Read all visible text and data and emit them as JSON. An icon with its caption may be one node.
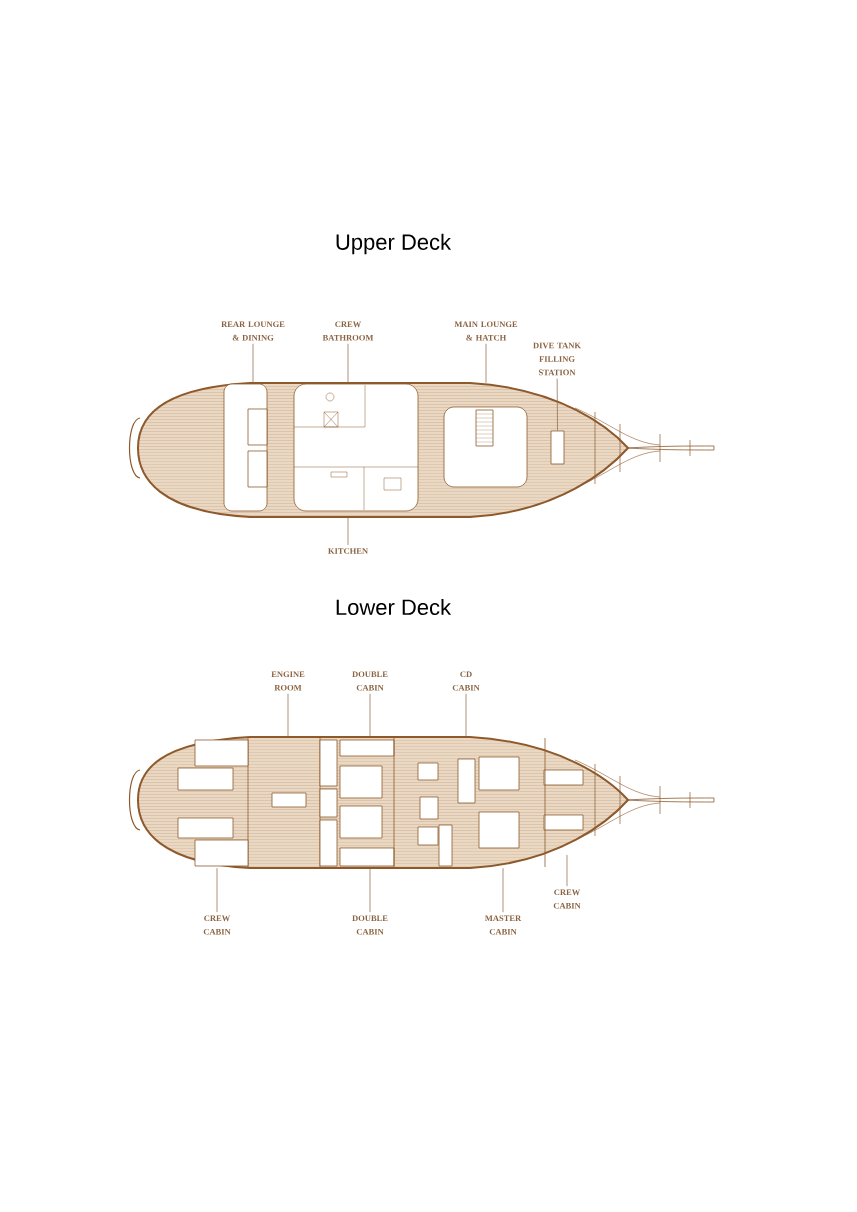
{
  "diagram": {
    "nodes": [
      {
        "text": [],
        "shape": "picture"
      },
      {
        "text": [
          "REAR LOUNGE & DINING"
        ]
      },
      {
        "text": [
          "CREW BATHROOM"
        ]
      },
      {
        "text": [
          "MAIN LOUNGE & HATCH"
        ]
      },
      {
        "text": [
          "DIVE TANK FILLING STATION"
        ]
      },
      {
        "text": [],
        "shape": "box",
        "in": 0
      },
      {
        "text": [
          "KITCHEN"
        ]
      },
      {
        "text": [],
        "shape": "picture"
      },
      {
        "text": [
          "ENGINE ROOM"
        ]
      },
      {
        "text": [
          "DOUBLE CABIN"
        ]
      },
      {
        "text": [
          "CD CABIN"
        ]
      },
      {
        "text": [
          "CREW CABIN"
        ]
      },
      {
        "text": [
          "CREW CABIN"
        ]
      },
      {
        "text": [
          "DOUBLE CABIN"
        ]
      },
      {
        "text": [
          "MASTER CABIN"
        ]
      }
    ],
    "edges": [
      {
        "from": 1,
        "to": 0,
        "arrow": "none"
      },
      {
        "from": 2,
        "to": 0,
        "arrow": "none"
      },
      {
        "from": 3,
        "to": 0,
        "arrow": "none"
      },
      {
        "from": 4,
        "to": 5,
        "arrow": "none"
      },
      {
        "from": 6,
        "to": 0,
        "arrow": "none"
      },
      {
        "from": 8,
        "to": 7,
        "arrow": "none"
      },
      {
        "from": 9,
        "to": 7,
        "arrow": "none"
      },
      {
        "from": 10,
        "to": 7,
        "arrow": "none"
      },
      {
        "from": 11,
        "to": 7,
        "arrow": "none"
      },
      {
        "from": 12,
        "to": 7,
        "arrow": "none"
      },
      {
        "from": 13,
        "to": 7,
        "arrow": "none"
      },
      {
        "from": 14,
        "to": 7,
        "arrow": "none"
      }
    ],
    "labels": [
      "Upper Deck",
      "Lower Deck"
    ]
  }
}
